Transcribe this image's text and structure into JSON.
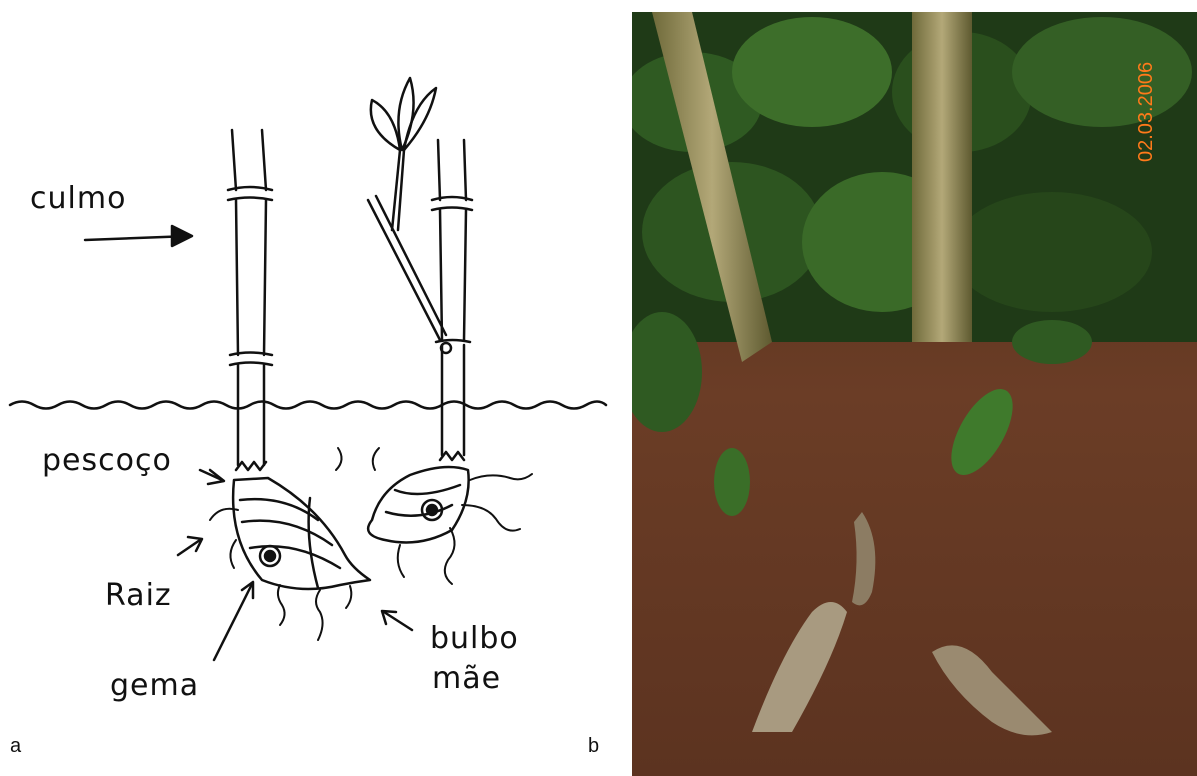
{
  "figure": {
    "panel_a": {
      "letter": "a",
      "labels": {
        "culmo": "culmo",
        "pescoco": "pescoço",
        "raiz": "Raiz",
        "gema": "gema",
        "bulbo": "bulbo",
        "mae": "mãe"
      }
    },
    "panel_b": {
      "letter": "b",
      "date_stamp": "02.03.2006"
    }
  },
  "colors": {
    "ink": "#111111",
    "date_stamp": "#ff7a1a",
    "soil": "#6b3d26",
    "foliage": "#2f5a22"
  }
}
